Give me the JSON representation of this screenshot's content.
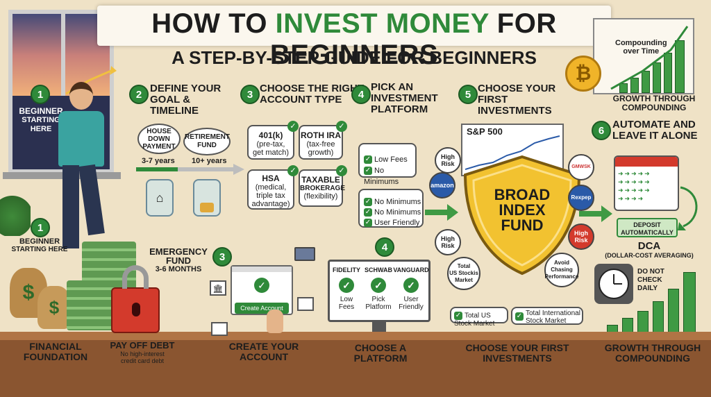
{
  "title": {
    "part1": "HOW TO ",
    "highlight": "INVEST MONEY",
    "part2": " FOR BEGINNERS"
  },
  "subtitle": "A STEP-BY-STEP GUIDE FOR BEGINNERS",
  "colors": {
    "accent": "#2f8a3a",
    "shield": "#f2c230",
    "debt_lock": "#d33a2c",
    "background": "#efe2c6"
  },
  "step1_window": {
    "number": "1",
    "line1": "BEGINNER",
    "line2": "STARTING",
    "line3": "HERE"
  },
  "step1_floor": {
    "number": "1",
    "line1": "BEGINNER",
    "line2": "STARTING HERE"
  },
  "step2": {
    "number": "2",
    "title_line1": "DEFINE YOUR",
    "title_line2": "GOAL & TIMELINE",
    "goal1": {
      "line1": "HOUSE",
      "line2": "DOWN",
      "line3": "PAYMENT",
      "timeline": "3-7 years"
    },
    "goal2": {
      "line1": "RETIREMENT",
      "line2": "FUND",
      "timeline": "10+ years"
    }
  },
  "step3": {
    "number": "3",
    "title_line1": "CHOOSE THE RIGHT",
    "title_line2": "ACCOUNT TYPE",
    "accounts": [
      {
        "name": "401(k)",
        "desc1": "(pre-tax,",
        "desc2": "get match)"
      },
      {
        "name": "ROTH IRA",
        "desc1": "(tax-free",
        "desc2": "growth)"
      },
      {
        "name": "HSA",
        "desc1": "(medical,",
        "desc2": "triple tax",
        "desc3": "advantage)"
      },
      {
        "name": "TAXABLE",
        "desc1": "BROKERAGE",
        "desc2": "(flexibility)"
      }
    ]
  },
  "step4": {
    "number": "4",
    "title_line1": "PICK AN",
    "title_line2": "INVESTMENT",
    "title_line3": "PLATFORM",
    "box1": [
      "Low Fees",
      "No Minimums"
    ],
    "box2": [
      "No Minimums",
      "No Minimums",
      "User Friendly"
    ]
  },
  "step5": {
    "number": "5",
    "title_line1": "CHOOSE YOUR",
    "title_line2": "FIRST INVESTMENTS",
    "sp500": "S&P 500",
    "shield_line1": "BROAD",
    "shield_line2": "INDEX",
    "shield_line3": "FUND",
    "tags": {
      "high_risk_1": "High Risk",
      "amazon": "amazon",
      "high_risk_2": "High Risk",
      "total_us_1": "Total",
      "total_us_2": "US Stockis",
      "total_us_3": "Market",
      "gmwsk": "GMWSK",
      "rexpep": "Rexpep",
      "high_risk_3": "High Risk",
      "avoid_1": "Avoid",
      "avoid_2": "Chasing",
      "avoid_3": "Performance"
    },
    "fund1": "Total US Stock Market",
    "fund2": "Total International Stock Market"
  },
  "step6": {
    "number": "6",
    "title_line1": "AUTOMATE AND",
    "title_line2": "LEAVE IT ALONE",
    "deposit_line1": "DEPOSIT",
    "deposit_line2": "AUTOMATICALLY",
    "dca": "DCA",
    "dca_full": "(DOLLAR-COST AVERAGING)",
    "do_not_1": "DO NOT",
    "do_not_2": "CHECK",
    "do_not_3": "DAILY"
  },
  "compounding_top": {
    "label1": "Compounding",
    "label2": "over Time",
    "caption1": "GROWTH THROUGH",
    "caption2": "COMPOUNDING",
    "coin": "₿"
  },
  "emergency": {
    "line1": "EMERGENCY",
    "line2": "FUND",
    "line3": "3-6 MONTHS",
    "money": "$"
  },
  "create_account": {
    "number": "3",
    "button": "Create Account"
  },
  "platform_step": {
    "number": "4",
    "platforms": [
      {
        "name": "FIDELITY",
        "line1": "Low",
        "line2": "Fees"
      },
      {
        "name": "SCHWAB",
        "line1": "Pick",
        "line2": "Platform"
      },
      {
        "name": "VANGUARD",
        "line1": "User",
        "line2": "Friendly"
      }
    ]
  },
  "bottom_labels": {
    "financial_1": "FINANCIAL",
    "financial_2": "FOUNDATION",
    "debt_1": "PAY OFF DEBT",
    "debt_2": "No high-interest",
    "debt_3": "credit card debt",
    "create_1": "CREATE YOUR",
    "create_2": "ACCOUNT",
    "platform_1": "CHOOSE A",
    "platform_2": "PLATFORM",
    "invest_1": "CHOOSE YOUR FIRST",
    "invest_2": "INVESTMENTS",
    "growth_1": "GROWTH THROUGH",
    "growth_2": "COMPOUNDING"
  },
  "icons": [
    "check-icon",
    "house-icon",
    "coin-jar-icon",
    "lock-icon",
    "money-bag-icon",
    "calendar-icon",
    "clock-icon",
    "shield-icon",
    "bitcoin-icon",
    "hand-pointer-icon",
    "laptop-icon",
    "bank-icon"
  ]
}
